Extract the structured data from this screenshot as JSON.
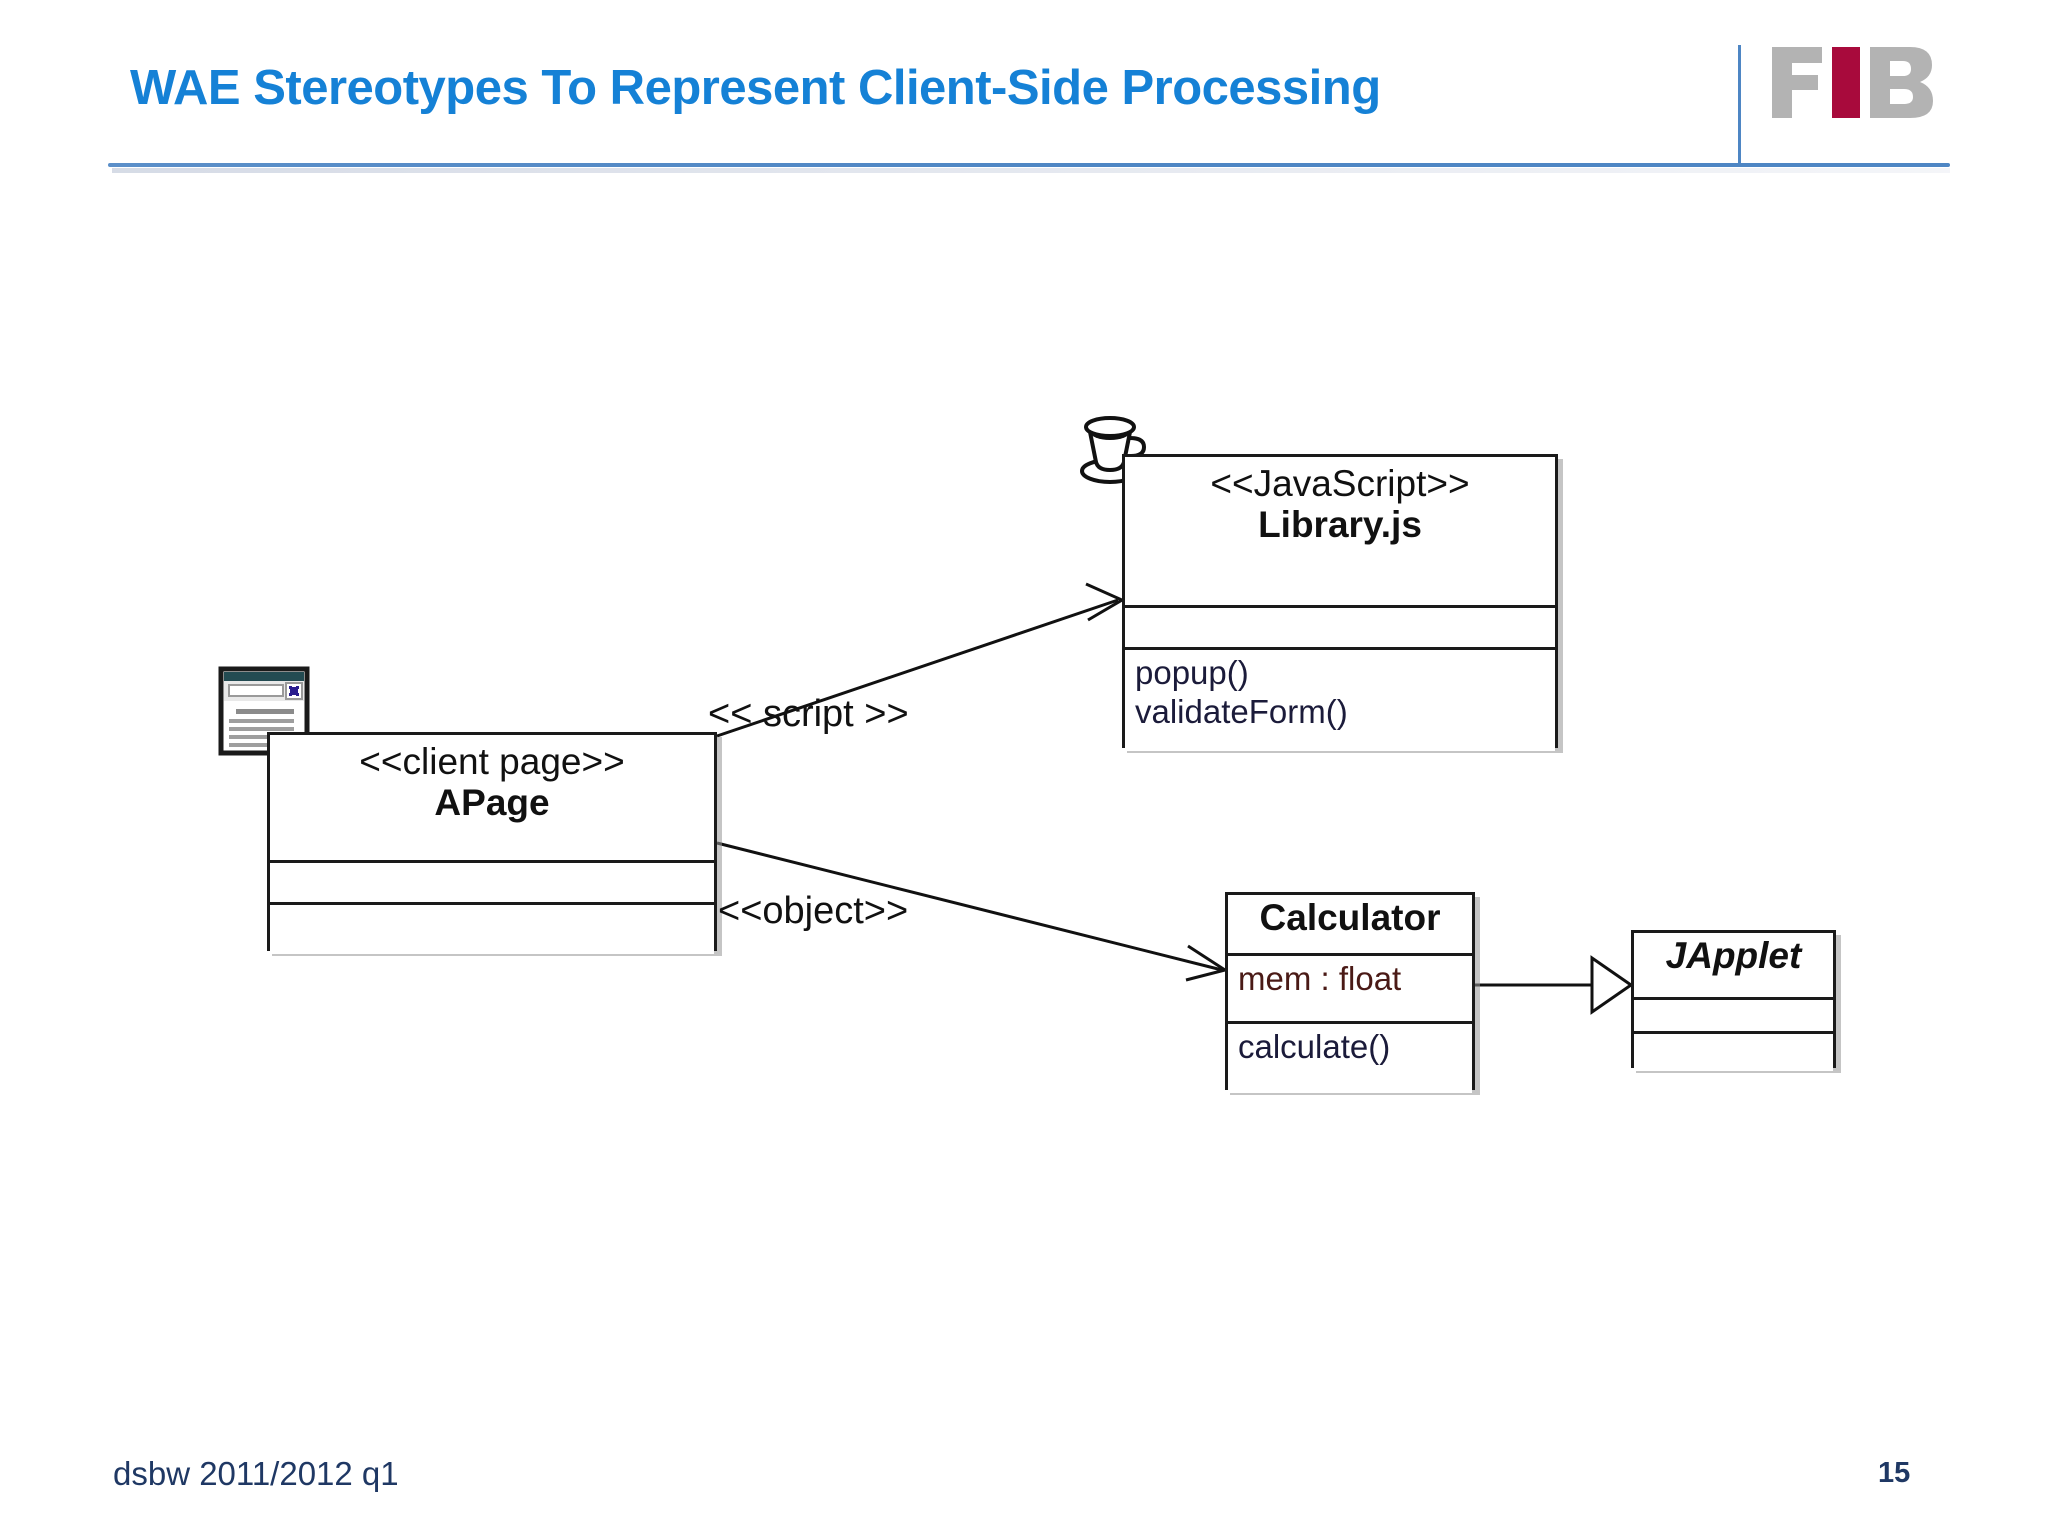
{
  "slide": {
    "title": "WAE Stereotypes To Represent Client-Side Processing",
    "footer": "dsbw  2011/2012 q1",
    "page_number": "15"
  },
  "brand": {
    "logo_text": "FIB",
    "logo_gray": "#B3B3B3",
    "logo_crimson": "#A80A3C",
    "title_color": "#1581D6",
    "rule_color": "#4E86C4",
    "footer_color": "#1F3864"
  },
  "diagram": {
    "type": "uml-class-diagram",
    "classes": [
      {
        "id": "library",
        "icon": "coffee-cup-icon",
        "stereotype": "<<JavaScript>>",
        "name": "Library.js",
        "italic": false,
        "attributes": [],
        "operations": [
          "popup()",
          "validateForm()"
        ]
      },
      {
        "id": "apage",
        "icon": "client-page-icon",
        "stereotype": "<<client page>>",
        "name": "APage",
        "italic": false,
        "attributes": [],
        "operations": []
      },
      {
        "id": "calculator",
        "icon": null,
        "stereotype": "",
        "name": "Calculator",
        "italic": false,
        "attributes": [
          "mem : float"
        ],
        "operations": [
          "calculate()"
        ]
      },
      {
        "id": "japplet",
        "icon": null,
        "stereotype": "",
        "name": "JApplet",
        "italic": true,
        "attributes": [],
        "operations": []
      }
    ],
    "relationships": [
      {
        "id": "script",
        "from": "apage",
        "to": "library",
        "label": "<< script >>",
        "kind": "association-open-arrow"
      },
      {
        "id": "object",
        "from": "apage",
        "to": "calculator",
        "label": "<<object>>",
        "kind": "association-open-arrow"
      },
      {
        "id": "inheritance",
        "from": "calculator",
        "to": "japplet",
        "label": "",
        "kind": "generalization-hollow-triangle"
      }
    ]
  }
}
